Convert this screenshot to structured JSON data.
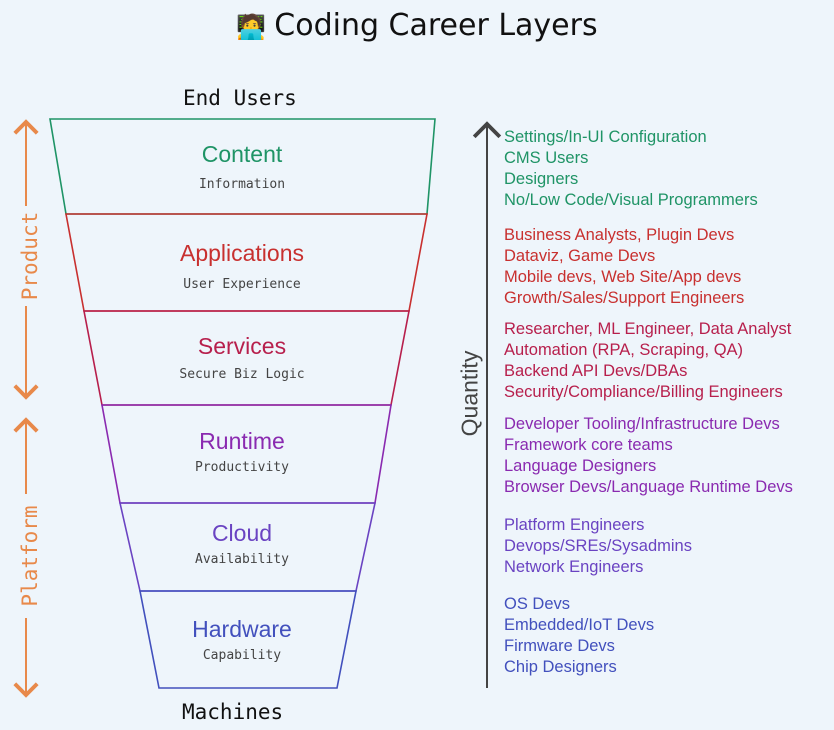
{
  "title": {
    "text": "Coding Career Layers",
    "icon": "🧑‍💻"
  },
  "top_label": "End Users",
  "bottom_label": "Machines",
  "side_labels": {
    "product": "Product",
    "platform": "Platform"
  },
  "quantity_label": "Quantity",
  "colors": {
    "content": "#1f9466",
    "applications": "#c8302f",
    "services": "#b71f4c",
    "runtime": "#8a2ab0",
    "cloud": "#6a43c2",
    "hardware": "#4250bd",
    "side_arrows": "#e8894a",
    "quantity_arrow": "#444444"
  },
  "layers": [
    {
      "title": "Content",
      "subtitle": "Information",
      "roles": [
        "Settings/In-UI Configuration",
        "CMS Users",
        "Designers",
        "No/Low Code/Visual Programmers"
      ]
    },
    {
      "title": "Applications",
      "subtitle": "User Experience",
      "roles": [
        "Business Analysts, Plugin Devs",
        "Dataviz, Game Devs",
        "Mobile devs, Web Site/App devs",
        "Growth/Sales/Support Engineers"
      ]
    },
    {
      "title": "Services",
      "subtitle": "Secure Biz Logic",
      "roles": [
        "Researcher, ML Engineer, Data Analyst",
        "Automation (RPA, Scraping, QA)",
        "Backend API Devs/DBAs",
        "Security/Compliance/Billing Engineers"
      ]
    },
    {
      "title": "Runtime",
      "subtitle": "Productivity",
      "roles": [
        "Developer Tooling/Infrastructure Devs",
        "Framework core teams",
        "Language Designers",
        "Browser Devs/Language Runtime Devs"
      ]
    },
    {
      "title": "Cloud",
      "subtitle": "Availability",
      "roles": [
        "Platform Engineers",
        "Devops/SREs/Sysadmins",
        "Network Engineers"
      ]
    },
    {
      "title": "Hardware",
      "subtitle": "Capability",
      "roles": [
        "OS Devs",
        "Embedded/IoT Devs",
        "Firmware Devs",
        "Chip Designers"
      ]
    }
  ]
}
